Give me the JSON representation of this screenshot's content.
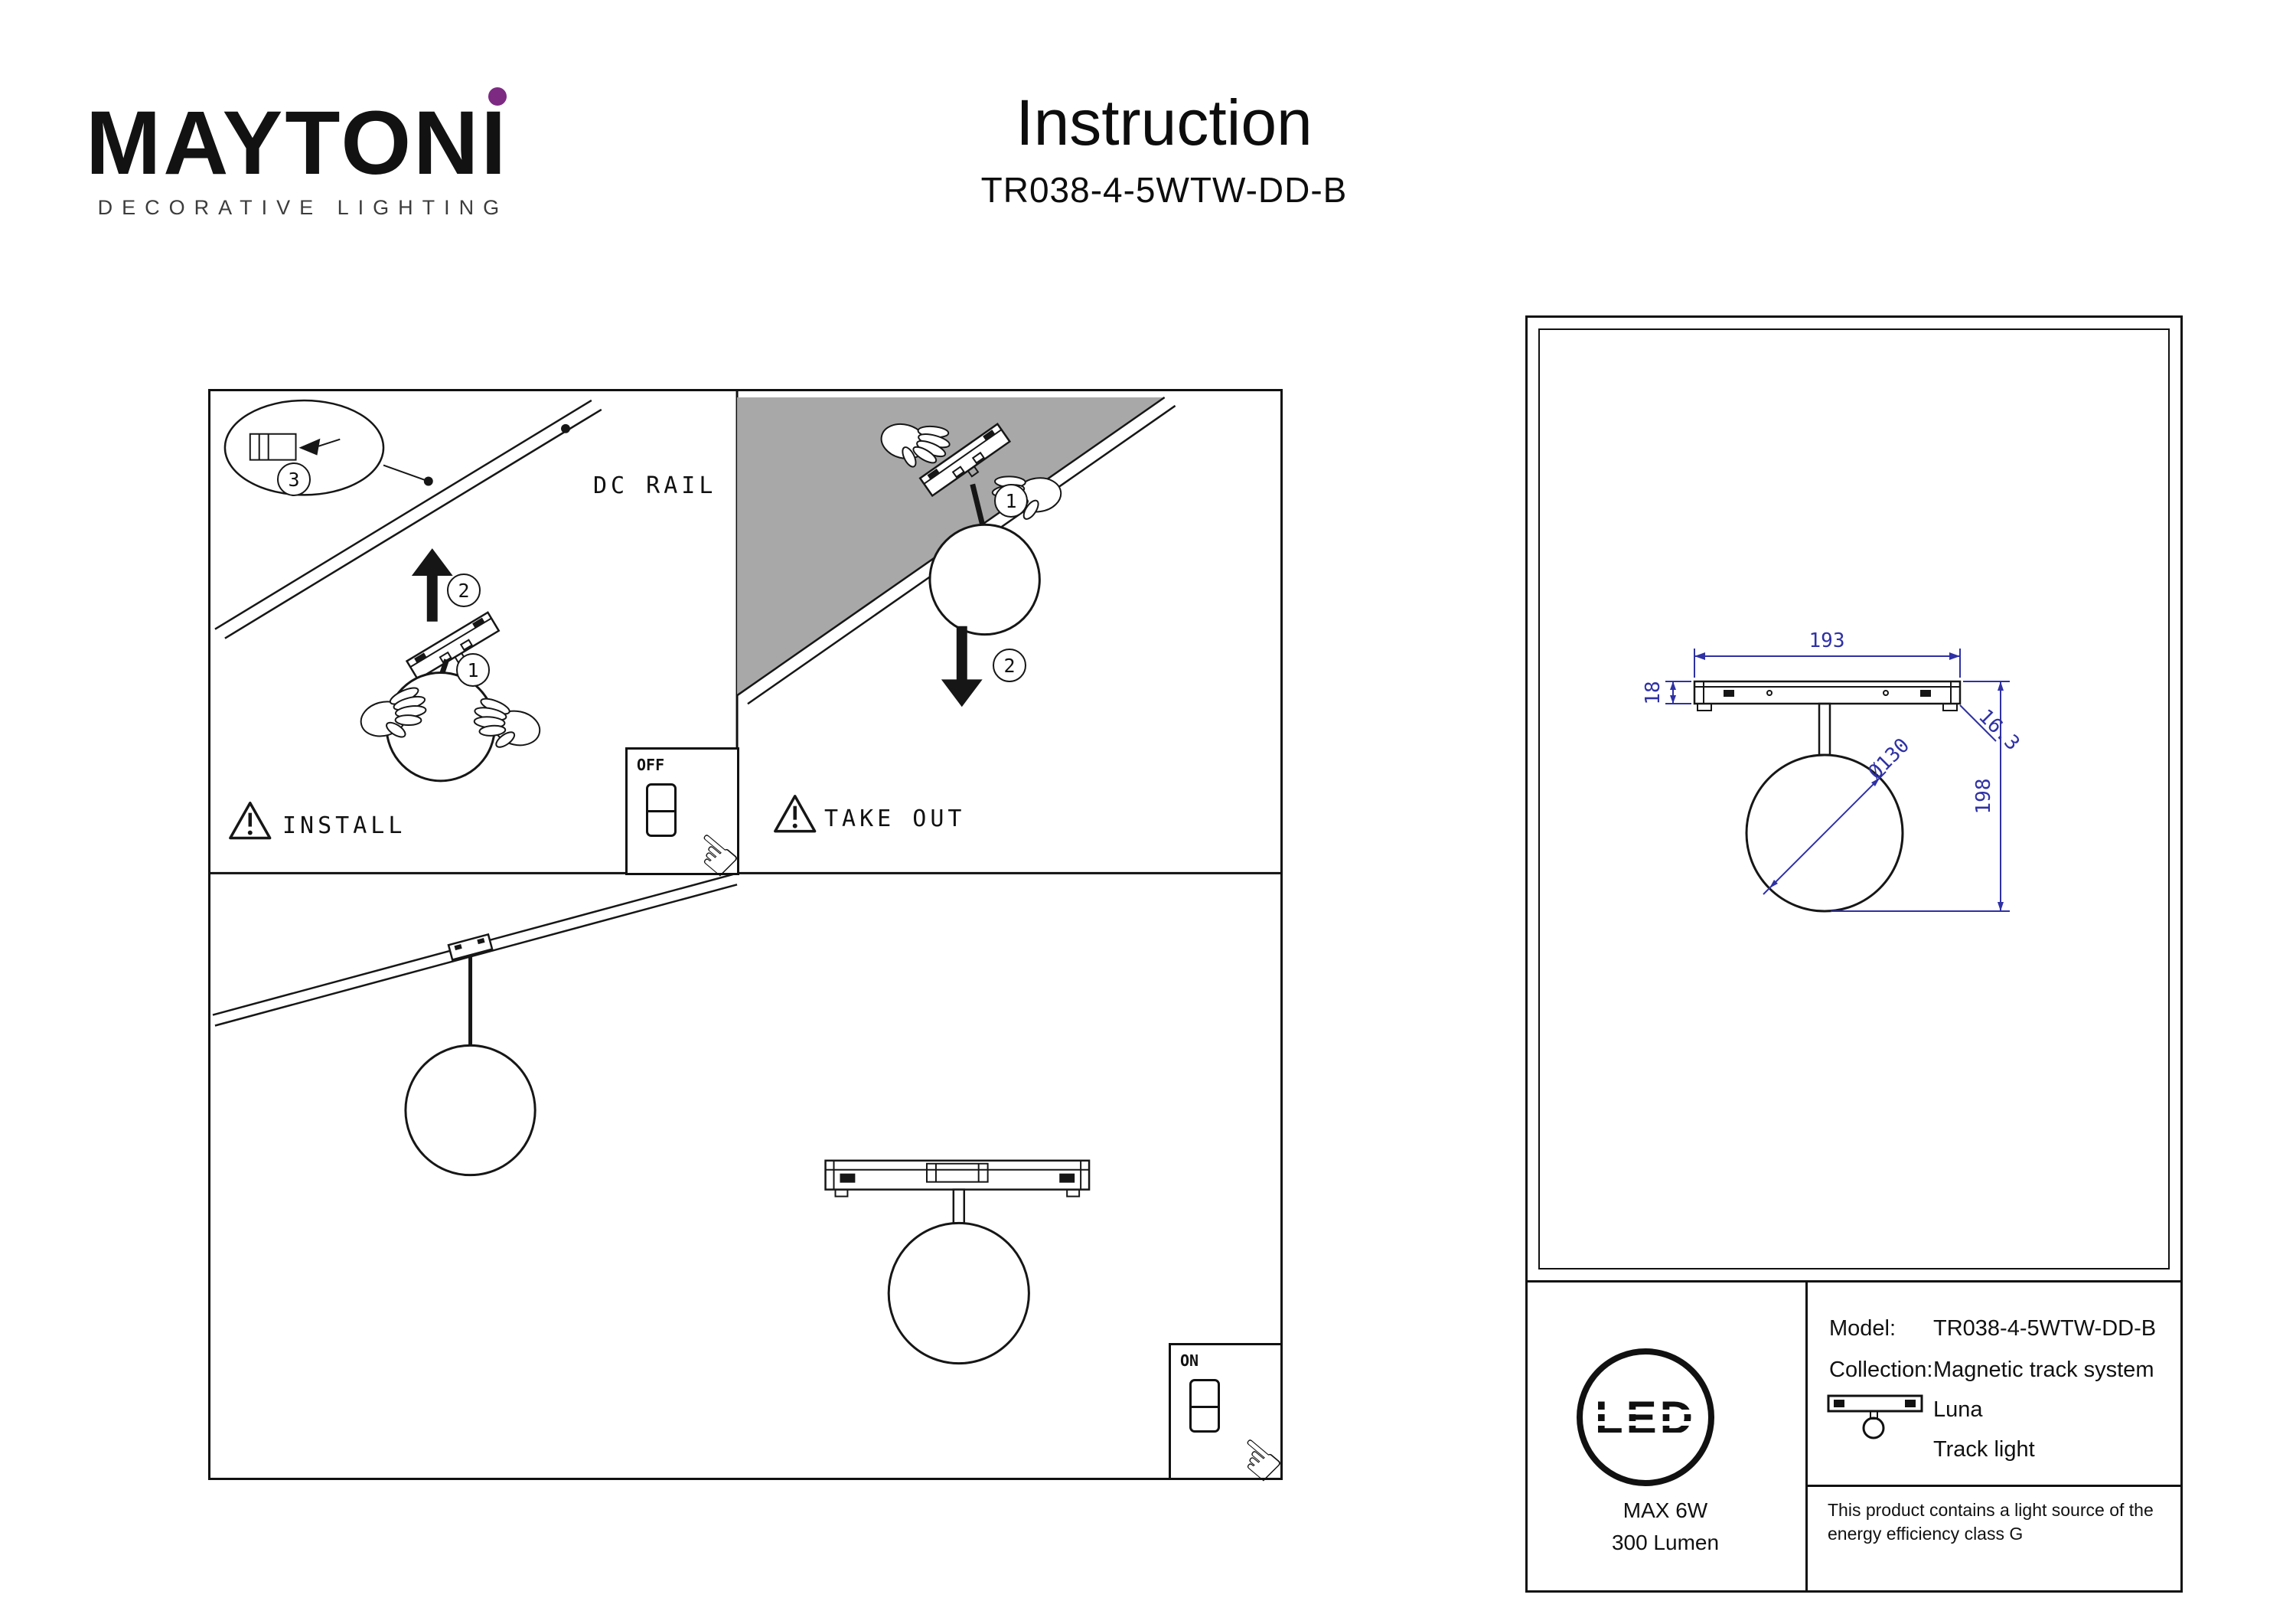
{
  "header": {
    "brand": "MAYTONI",
    "brand_tagline": "DECORATIVE LIGHTING",
    "brand_dot_color": "#7d2a83",
    "title": "Instruction",
    "model": "TR038-4-5WTW-DD-B"
  },
  "install_panel": {
    "dc_rail_label": "DC RAIL",
    "install_label": "INSTALL",
    "take_out_label": "TAKE OUT",
    "steps": {
      "one": "1",
      "two": "2",
      "three": "3"
    },
    "switch_off_label": "OFF",
    "switch_on_label": "ON"
  },
  "icons": {
    "pointing_hand": "☜"
  },
  "drawing": {
    "dim_color": "#2f31a5",
    "dim_track_length": "193",
    "dim_track_height": "18",
    "dim_bracket": "16.3",
    "dim_sphere_diameter": "Ø130",
    "dim_total_height": "198"
  },
  "spec": {
    "led_badge": "LED",
    "max_power": "MAX 6W",
    "luminous_flux": "300 Lumen",
    "model_label": "Model:",
    "model_value": "TR038-4-5WTW-DD-B",
    "collection_label": "Collection:",
    "collection_value": "Magnetic track system",
    "collection_name": "Luna",
    "product_type": "Track light",
    "energy_note": "This product contains a light source of the energy efficiency class G"
  }
}
